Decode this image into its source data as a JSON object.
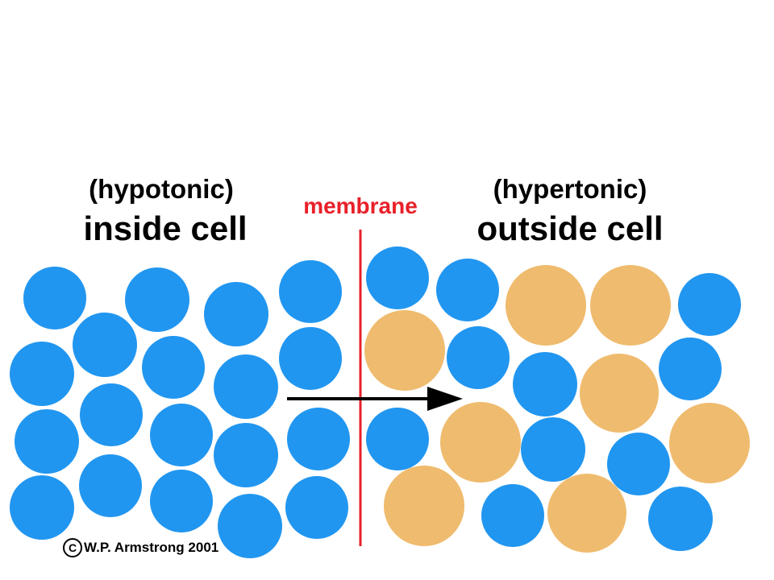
{
  "left": {
    "tonicity": "(hypotonic)",
    "region": "inside cell"
  },
  "right": {
    "tonicity": "(hypertonic)",
    "region": "outside cell"
  },
  "membrane": {
    "label": "membrane"
  },
  "credit": {
    "symbol": "C",
    "text": "W.P. Armstrong 2001"
  },
  "colors": {
    "water": "#2196f0",
    "solute": "#efbb6e",
    "membrane": "#e8202a",
    "arrow": "#000000"
  },
  "icons": [
    "copyright-icon",
    "arrow-right-icon"
  ]
}
